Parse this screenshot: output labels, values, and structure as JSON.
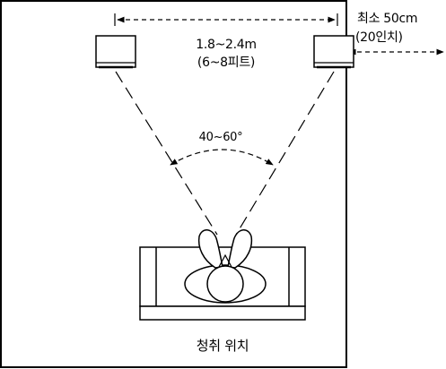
{
  "labels": {
    "distance_m": "1.8~2.4m",
    "distance_ft": "(6~8피트)",
    "angle": "40~60°",
    "wall_min": "최소 50cm",
    "wall_min_in": "(20인치)",
    "listening_position": "청취 위치"
  },
  "colors": {
    "line": "#000000",
    "background": "#ffffff"
  }
}
